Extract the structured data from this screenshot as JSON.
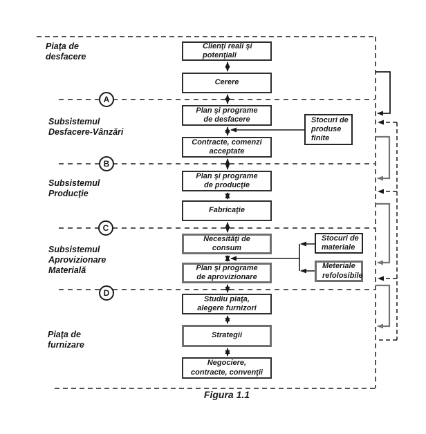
{
  "diagram": {
    "caption": "Figura 1.1",
    "regions": [
      {
        "label": "Piaţa de\ndesfacere"
      },
      {
        "label": "Subsistemul\nDesfacere-Vânzări"
      },
      {
        "label": "Subsistemul\nProducţie"
      },
      {
        "label": "Subsistemul\nAprovizionare\nMaterială"
      },
      {
        "label": "Piaţa de\nfurnizare"
      }
    ],
    "level_markers": [
      {
        "label": "A"
      },
      {
        "label": "B"
      },
      {
        "label": "C"
      },
      {
        "label": "D"
      }
    ],
    "flow_boxes": [
      {
        "label": "Clienţi reali şi\npotenţiali"
      },
      {
        "label": "Cerere"
      },
      {
        "label": "Plan şi programe\nde desfacere"
      },
      {
        "label": "Contracte, comenzi\nacceptate"
      },
      {
        "label": "Plan şi programe\nde producţie"
      },
      {
        "label": "Fabricaţie"
      },
      {
        "label": "Necesităţi de\nconsum"
      },
      {
        "label": "Plan şi programe\nde aprovizionare"
      },
      {
        "label": "Studiu piaţa,\nalegere furnizori"
      },
      {
        "label": "Strategii"
      },
      {
        "label": "Negociere,\ncontracte, convenţii"
      }
    ],
    "side_boxes": [
      {
        "label": "Stocuri de\nproduse\nfinite"
      },
      {
        "label": "Stocuri de\nmateriale"
      },
      {
        "label": "Meteriale\nrefolosibile"
      }
    ],
    "colors": {
      "line": "#1a1a1a",
      "gray": "#757575",
      "background": "#ffffff"
    }
  }
}
